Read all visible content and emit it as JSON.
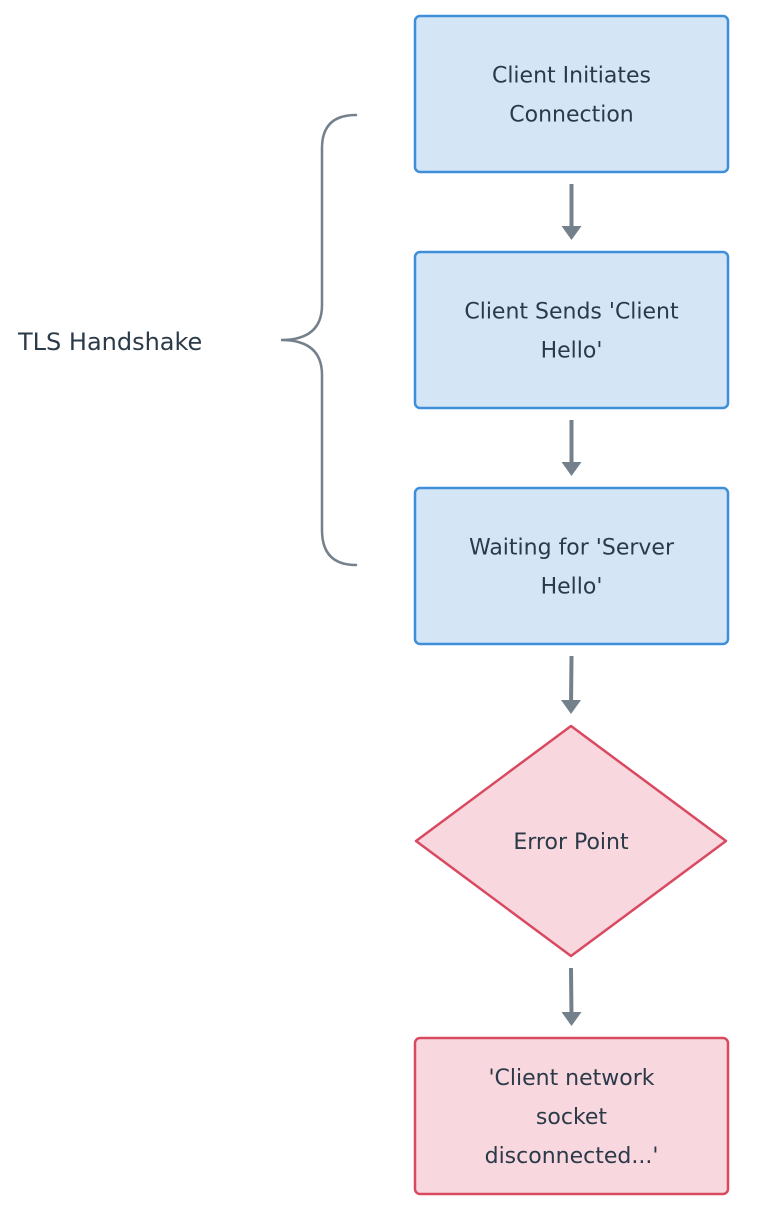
{
  "diagram": {
    "group_label": "TLS Handshake",
    "nodes": [
      {
        "id": "n1",
        "shape": "rect",
        "kind": "process",
        "lines": [
          "Client Initiates",
          "Connection"
        ]
      },
      {
        "id": "n2",
        "shape": "rect",
        "kind": "process",
        "lines": [
          "Client Sends 'Client",
          "Hello'"
        ]
      },
      {
        "id": "n3",
        "shape": "rect",
        "kind": "process",
        "lines": [
          "Waiting for 'Server",
          "Hello'"
        ]
      },
      {
        "id": "n4",
        "shape": "diamond",
        "kind": "error",
        "lines": [
          "Error Point"
        ]
      },
      {
        "id": "n5",
        "shape": "rect",
        "kind": "error",
        "lines": [
          "'Client network",
          "socket",
          "disconnected...'"
        ]
      }
    ],
    "edges": [
      {
        "from": "n1",
        "to": "n2"
      },
      {
        "from": "n2",
        "to": "n3"
      },
      {
        "from": "n3",
        "to": "n4"
      },
      {
        "from": "n4",
        "to": "n5"
      }
    ],
    "colors": {
      "process_fill": "#d4e5f6",
      "process_stroke": "#3e8fd8",
      "error_fill": "#f8d7de",
      "error_stroke": "#d94a60",
      "arrow": "#74808c",
      "brace": "#74808c",
      "text": "#2b3a48"
    }
  }
}
